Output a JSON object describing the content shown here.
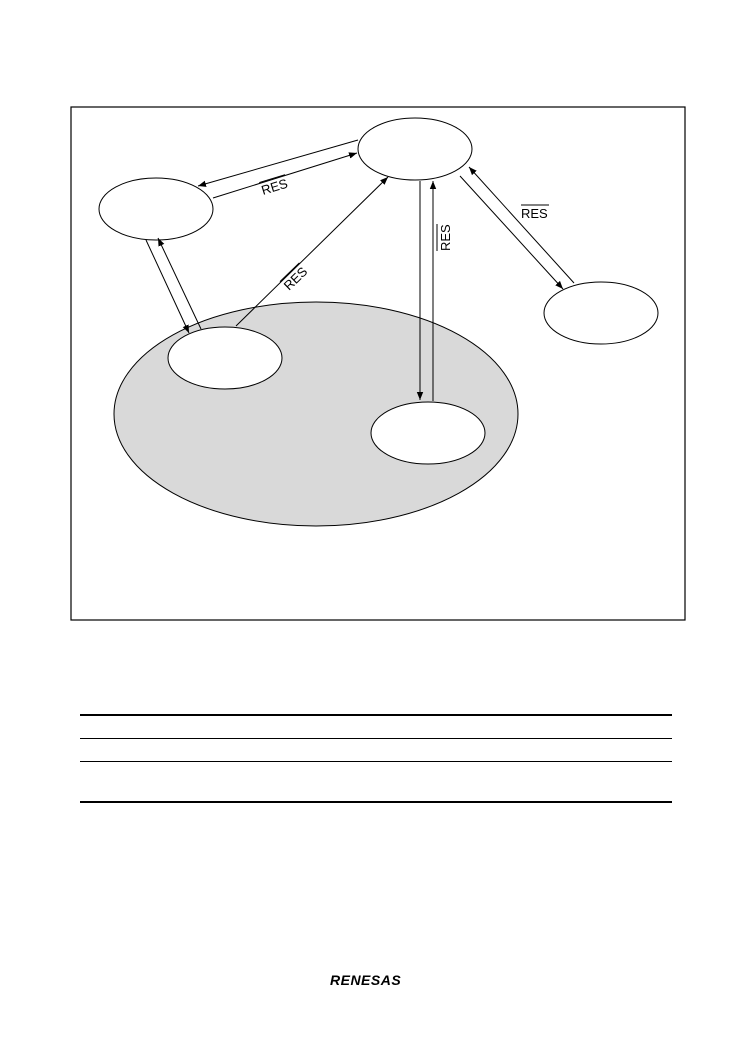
{
  "diagram": {
    "edge_labels": {
      "reset_to_left": "RES",
      "reset_from_inner_left": "RES",
      "reset_vertical": "RES",
      "reset_right": "RES"
    }
  },
  "table": {
    "rows": [
      {
        "cells": []
      },
      {
        "cells": []
      }
    ]
  },
  "footer": {
    "logo_text": "RENESAS"
  }
}
